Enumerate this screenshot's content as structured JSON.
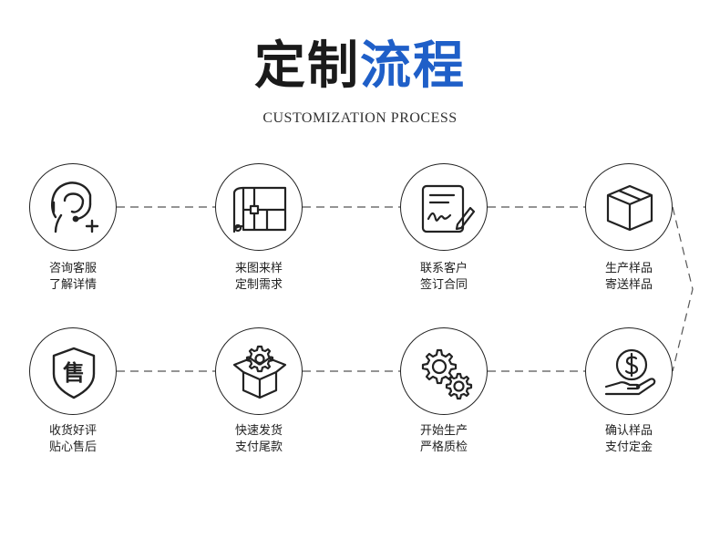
{
  "title": {
    "part1": "定制",
    "part2": "流程"
  },
  "subtitle": "CUSTOMIZATION PROCESS",
  "colors": {
    "accent": "#1f5fc8",
    "text": "#1a1a1a",
    "line": "#555555"
  },
  "steps": [
    {
      "icon": "customer-service-headset-icon",
      "line1": "咨询客服",
      "line2": "了解详情"
    },
    {
      "icon": "blueprint-drawing-icon",
      "line1": "来图来样",
      "line2": "定制需求"
    },
    {
      "icon": "contract-signing-icon",
      "line1": "联系客户",
      "line2": "签订合同"
    },
    {
      "icon": "box-package-icon",
      "line1": "生产样品",
      "line2": "寄送样品"
    },
    {
      "icon": "dollar-hand-payment-icon",
      "line1": "确认样品",
      "line2": "支付定金"
    },
    {
      "icon": "gears-icon",
      "line1": "开始生产",
      "line2": "严格质检"
    },
    {
      "icon": "open-box-delivery-icon",
      "line1": "快速发货",
      "line2": "支付尾款"
    },
    {
      "icon": "after-sale-shield-icon",
      "line1": "收货好评",
      "line2": "贴心售后",
      "icon_text": "售"
    }
  ]
}
